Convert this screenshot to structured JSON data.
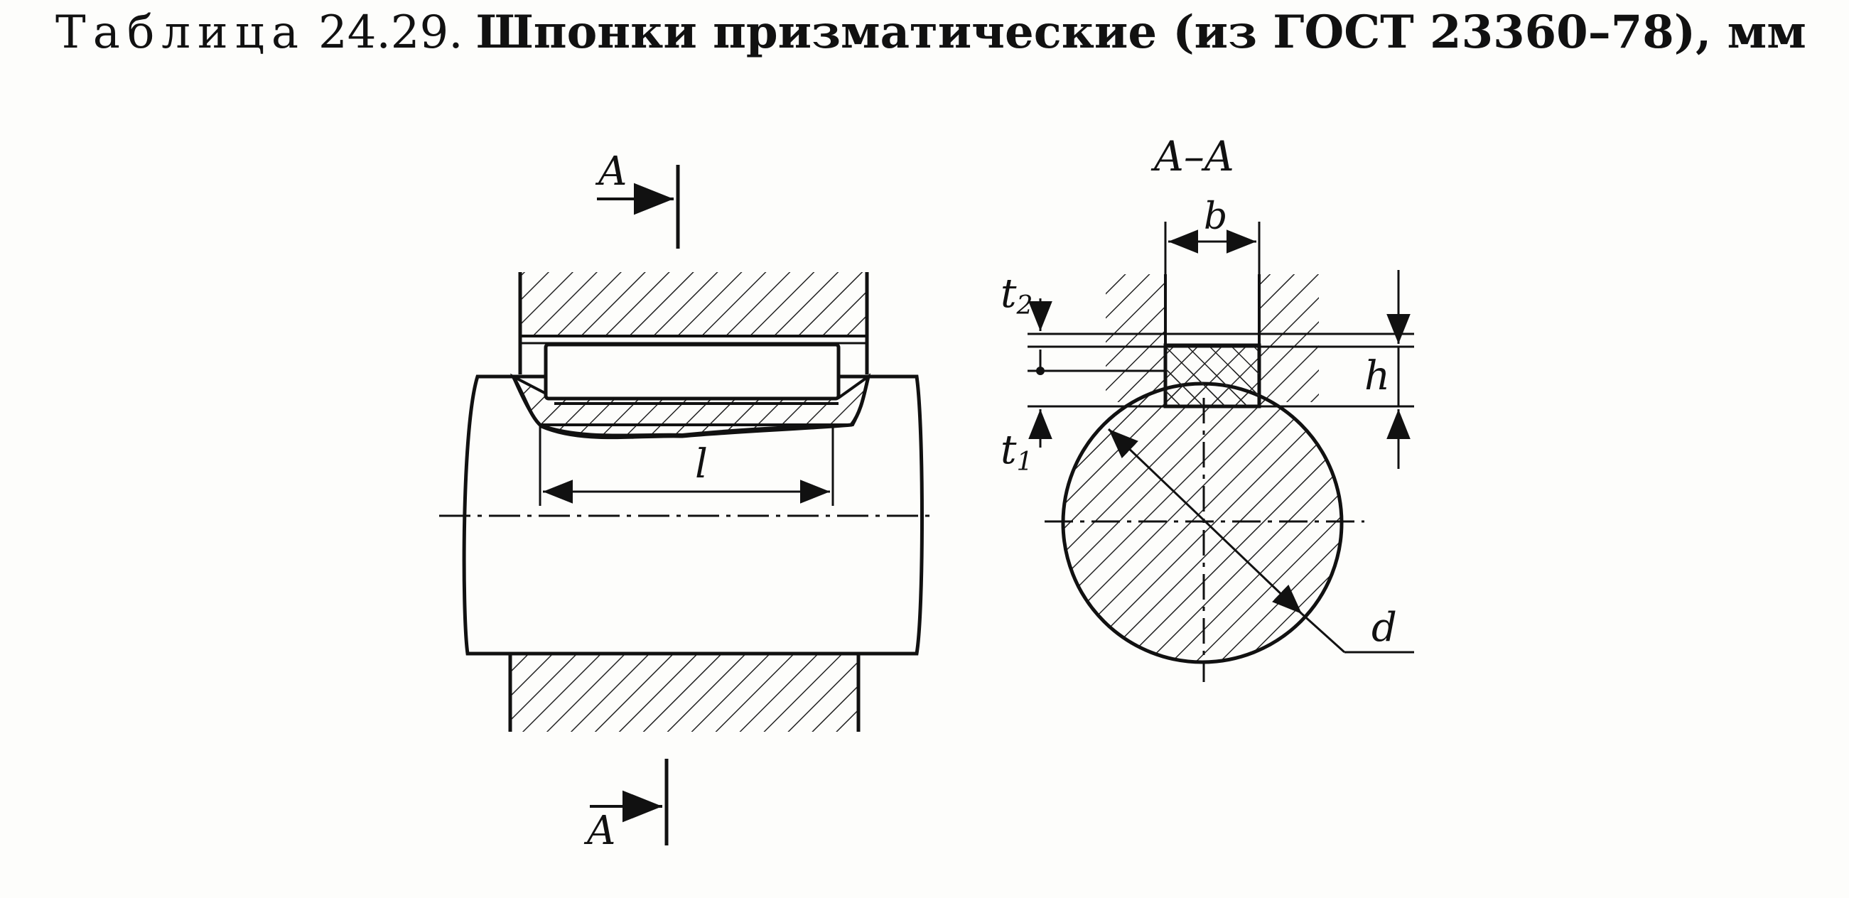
{
  "title": {
    "word": "Таблица",
    "number": "24.29.",
    "name": "Шпонки призматические (из ГОСТ 23360–78), мм"
  },
  "labels": {
    "section_top": "A",
    "section_bottom": "A",
    "section_view": "A–A",
    "length": "l",
    "width": "b",
    "height": "h",
    "hub_depth_sym": "t",
    "hub_depth_sub": "2",
    "shaft_depth_sym": "t",
    "shaft_depth_sub": "1",
    "diameter": "d"
  }
}
